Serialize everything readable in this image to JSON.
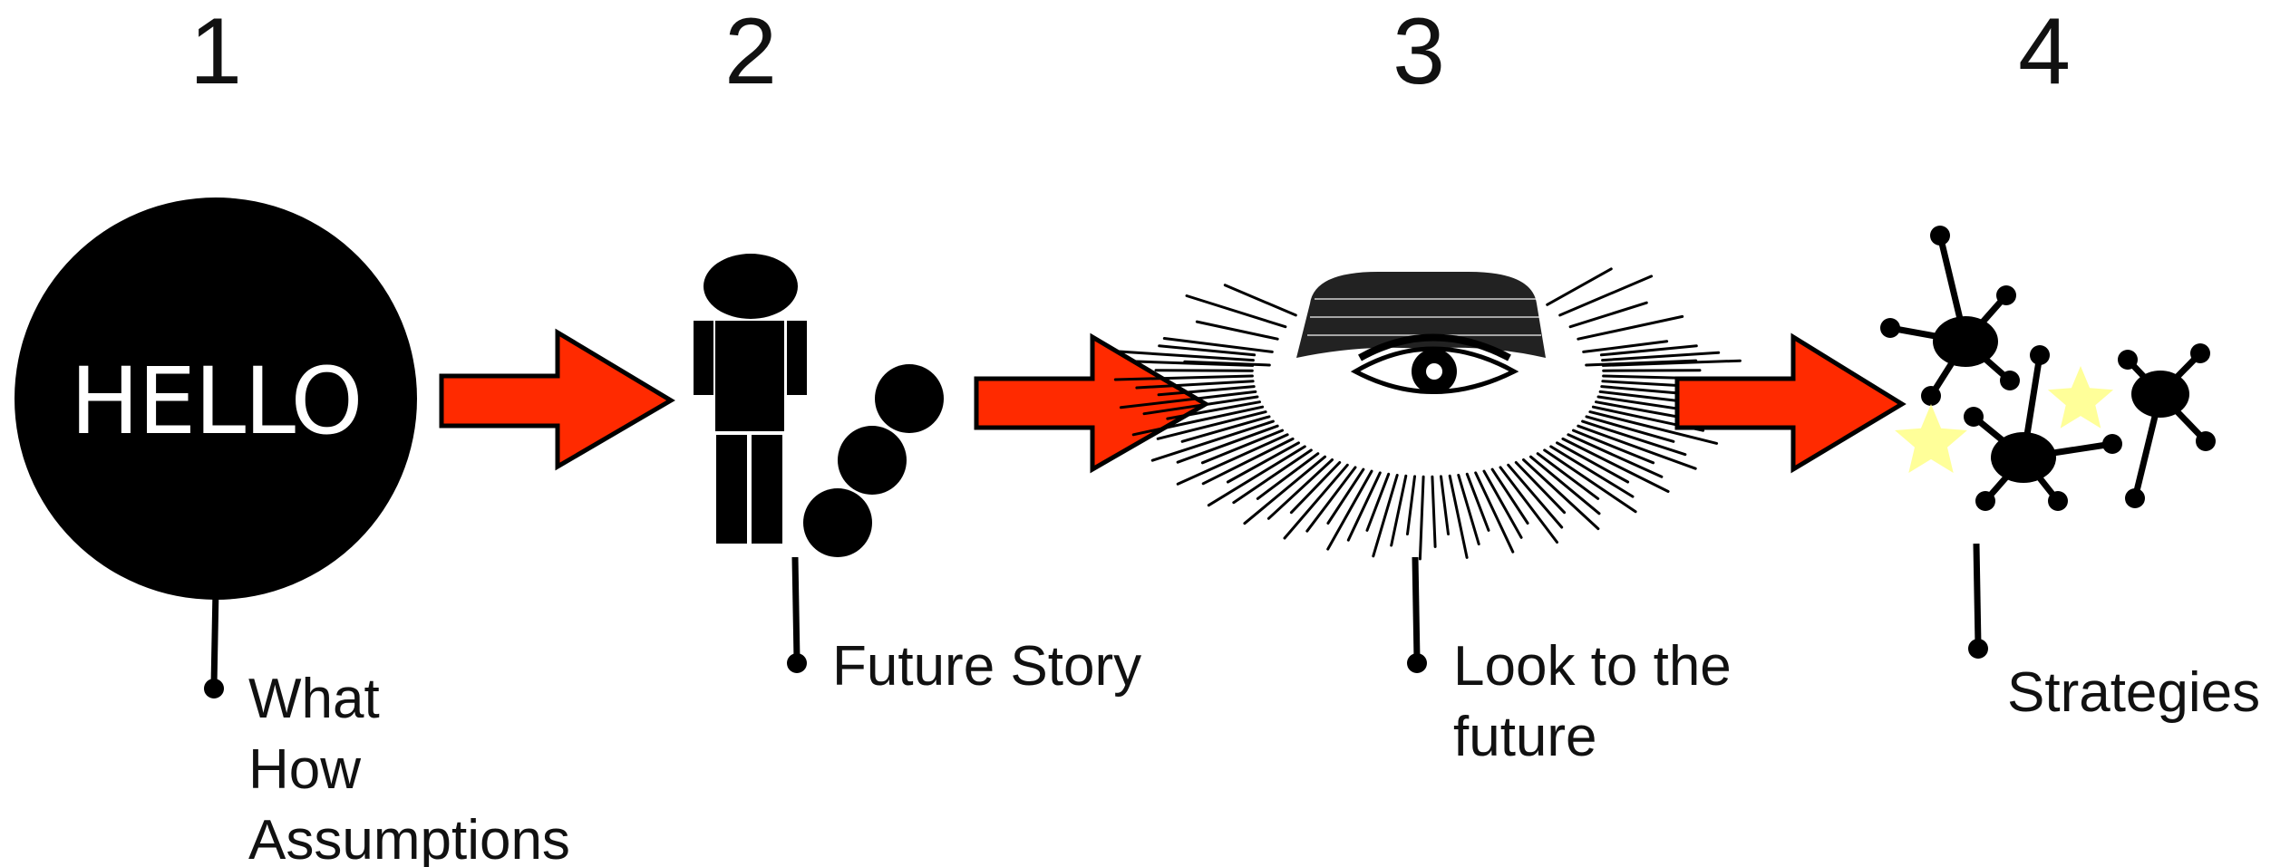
{
  "steps": [
    {
      "number": "1",
      "icon": "hello-speech-circle-icon",
      "icon_text": "HELLO",
      "label_lines": [
        "What",
        "How",
        "Assumptions"
      ]
    },
    {
      "number": "2",
      "icon": "person-with-circles-icon",
      "label_lines": [
        "Future Story"
      ]
    },
    {
      "number": "3",
      "icon": "radiant-eye-icon",
      "label_lines": [
        "Look to the",
        "future"
      ]
    },
    {
      "number": "4",
      "icon": "network-molecule-stars-icon",
      "label_lines": [
        "Strategies"
      ]
    }
  ],
  "colors": {
    "arrow": "#ff2a00",
    "star": "#ffff99",
    "ink": "#000000"
  }
}
